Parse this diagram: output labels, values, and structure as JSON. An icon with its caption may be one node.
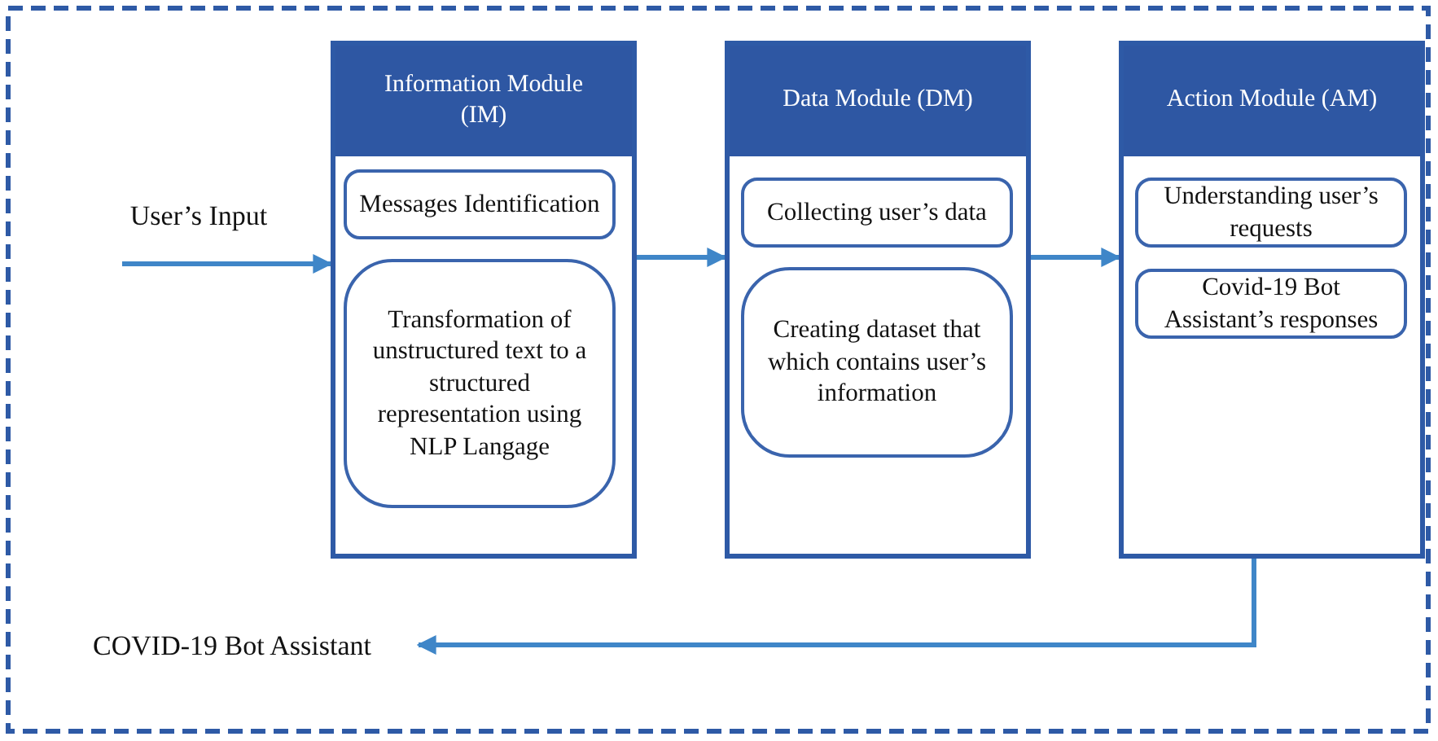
{
  "diagram": {
    "nodes": [
      {
        "text": [
          "User’s Input"
        ]
      },
      {
        "text": [
          "Information Module (IM)"
        ]
      },
      {
        "text": [
          "Messages Identification"
        ],
        "in": 1
      },
      {
        "text": [
          "Transformation of unstructured text to a structured representation using NLP Langage"
        ],
        "in": 1
      },
      {
        "text": [
          "Data Module (DM)"
        ]
      },
      {
        "text": [
          "Collecting user’s data"
        ],
        "in": 4
      },
      {
        "text": [
          "Creating dataset that which contains user’s information"
        ],
        "in": 4
      },
      {
        "text": [
          "Action Module (AM)"
        ]
      },
      {
        "text": [
          "Understanding user’s requests"
        ],
        "in": 7
      },
      {
        "text": [
          "Covid-19 Bot Assistant’s responses"
        ],
        "in": 7
      },
      {
        "text": [
          "COVID-19 Bot Assistant"
        ]
      }
    ],
    "edges": [
      {
        "from": 0,
        "to": 1,
        "arrow": "to"
      },
      {
        "from": 1,
        "to": 4,
        "arrow": "to"
      },
      {
        "from": 4,
        "to": 7,
        "arrow": "to"
      },
      {
        "from": 7,
        "to": 10,
        "arrow": "to"
      }
    ]
  }
}
